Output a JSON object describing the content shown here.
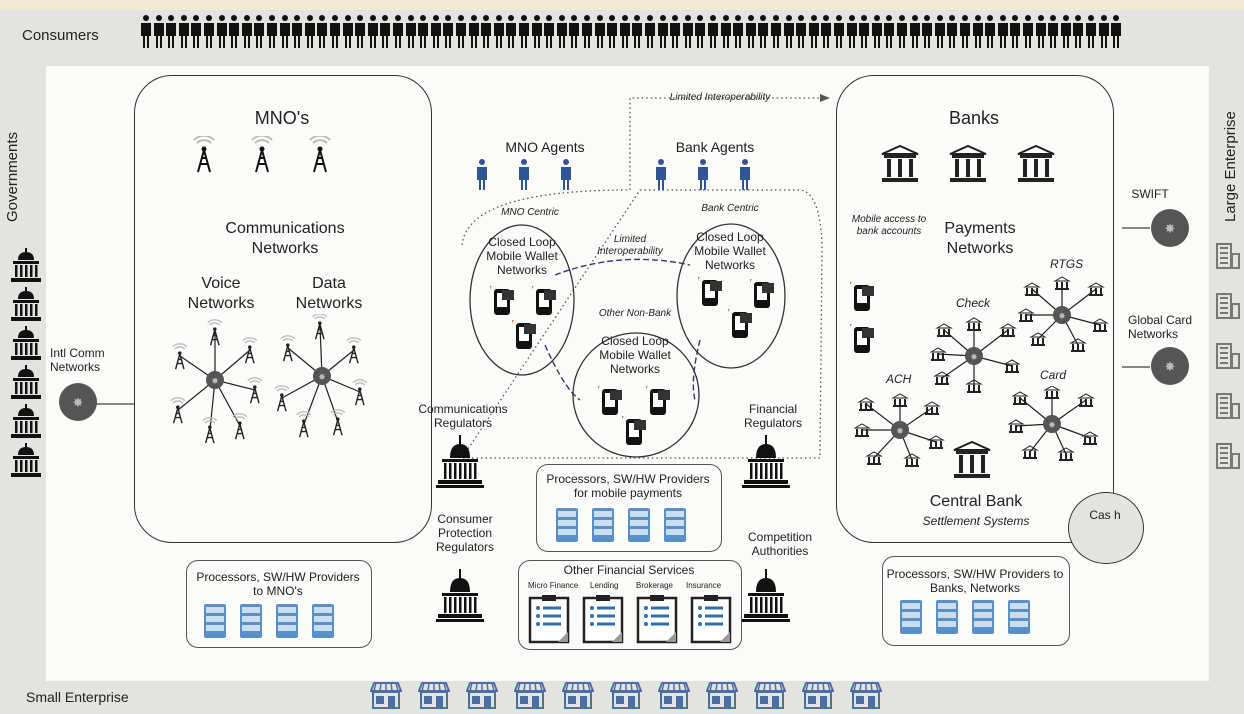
{
  "labels": {
    "consumers": "Consumers",
    "small_enterprise": "Small Enterprise",
    "governments": "Governments",
    "large_enterprise": "Large Enterprise",
    "intl_comm": "Intl Comm Networks",
    "mnos": "MNO's",
    "comm_networks": "Communications Networks",
    "voice_networks": "Voice Networks",
    "data_networks": "Data Networks",
    "mno_agents": "MNO Agents",
    "bank_agents": "Bank Agents",
    "limited_interop_top": "Limited Interoperability",
    "limited_interop_mid": "Limited Interoperability",
    "mno_centric": "MNO Centric",
    "bank_centric": "Bank Centric",
    "other_nonbank": "Other Non-Bank",
    "closed_loop_1": "Closed Loop Mobile Wallet Networks",
    "closed_loop_2": "Closed Loop Mobile Wallet Networks",
    "closed_loop_3": "Closed Loop Mobile Wallet Networks",
    "comm_regulators": "Communications Regulators",
    "financial_regulators": "Financial Regulators",
    "consumer_protection": "Consumer Protection Regulators",
    "competition": "Competition Authorities",
    "proc_mobile": "Processors, SW/HW Providers for mobile payments",
    "proc_mno": "Processors, SW/HW Providers to MNO's",
    "proc_banks": "Processors, SW/HW Providers to Banks, Networks",
    "other_fin": "Other Financial Services",
    "micro_finance": "Micro Finance",
    "lending": "Lending",
    "brokerage": "Brokerage",
    "insurance": "Insurance",
    "banks": "Banks",
    "mobile_access": "Mobile access to bank accounts",
    "payments_networks": "Payments Networks",
    "rtgs": "RTGS",
    "check": "Check",
    "ach": "ACH",
    "card": "Card",
    "central_bank": "Central Bank",
    "settlement": "Settlement Systems",
    "cash": "Cas h",
    "swift": "SWIFT",
    "global_card": "Global Card Networks"
  },
  "colors": {
    "background": "#e3e3e0",
    "panel": "#fbfbf9",
    "top_strip": "#efe9da",
    "agent_blue": "#2f5597",
    "store_blue": "#4a6fa5",
    "server_blue": "#5b8fc7",
    "dark_node": "#555555",
    "interop_line": "#2f3b73"
  },
  "icons": {
    "person": "person-icon",
    "tower": "cell-tower-icon",
    "bank": "bank-icon",
    "capitol": "capitol-icon",
    "phone": "mobile-phone-icon",
    "server": "server-icon",
    "store": "store-icon",
    "office": "office-building-icon",
    "document": "document-icon"
  }
}
